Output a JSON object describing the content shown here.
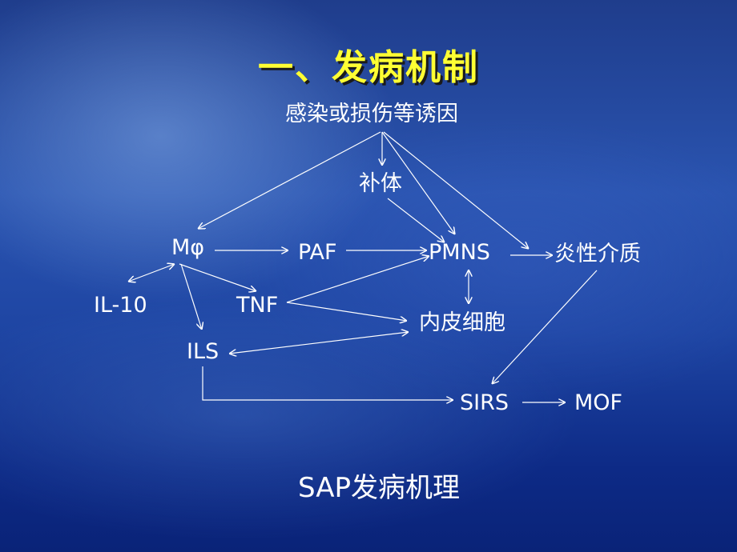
{
  "slide": {
    "title": "一、发病机制",
    "caption": "SAP发病机理"
  },
  "diagram": {
    "nodes": {
      "cause": "感染或损伤等诱因",
      "complement": "补体",
      "macrophage": "Mφ",
      "paf": "PAF",
      "pmns": "PMNS",
      "inflammatory_mediators": "炎性介质",
      "il10": "IL-10",
      "tnf": "TNF",
      "endothelium": "内皮细胞",
      "ils": "ILS",
      "sirs": "SIRS",
      "mof": "MOF"
    }
  },
  "colors": {
    "title": "#ffff33",
    "text": "#ffffff",
    "arrow": "#ffffff"
  }
}
